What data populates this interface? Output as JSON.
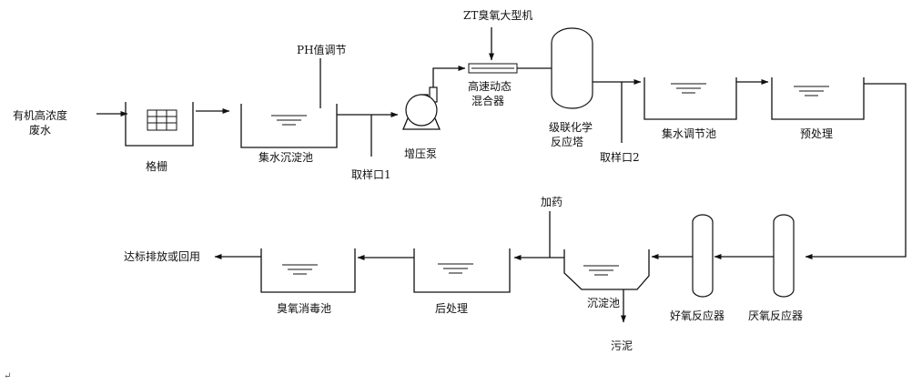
{
  "diagram": {
    "input_line1": "有机高浓度",
    "input_line2": "废水",
    "grille": "格栅",
    "collection_settling_tank": "集水沉淀池",
    "ph_adjustment": "PH值调节",
    "sampling_port_1": "取样口1",
    "booster_pump": "增压泵",
    "ozone_generator": "ZT臭氧大型机",
    "mixer_line1": "高速动态",
    "mixer_line2": "混合器",
    "reactor_tower_line1": "级联化学",
    "reactor_tower_line2": "反应塔",
    "sampling_port_2": "取样口2",
    "collection_adjustment_tank": "集水调节池",
    "pretreatment": "预处理",
    "anaerobic_reactor": "厌氧反应器",
    "aerobic_reactor": "好氧反应器",
    "dosing": "加药",
    "sedimentation_tank": "沉淀池",
    "sludge": "污泥",
    "post_treatment": "后处理",
    "ozone_disinfection_tank": "臭氧消毒池",
    "output": "达标排放或回用",
    "paragraph_mark": "↵"
  }
}
